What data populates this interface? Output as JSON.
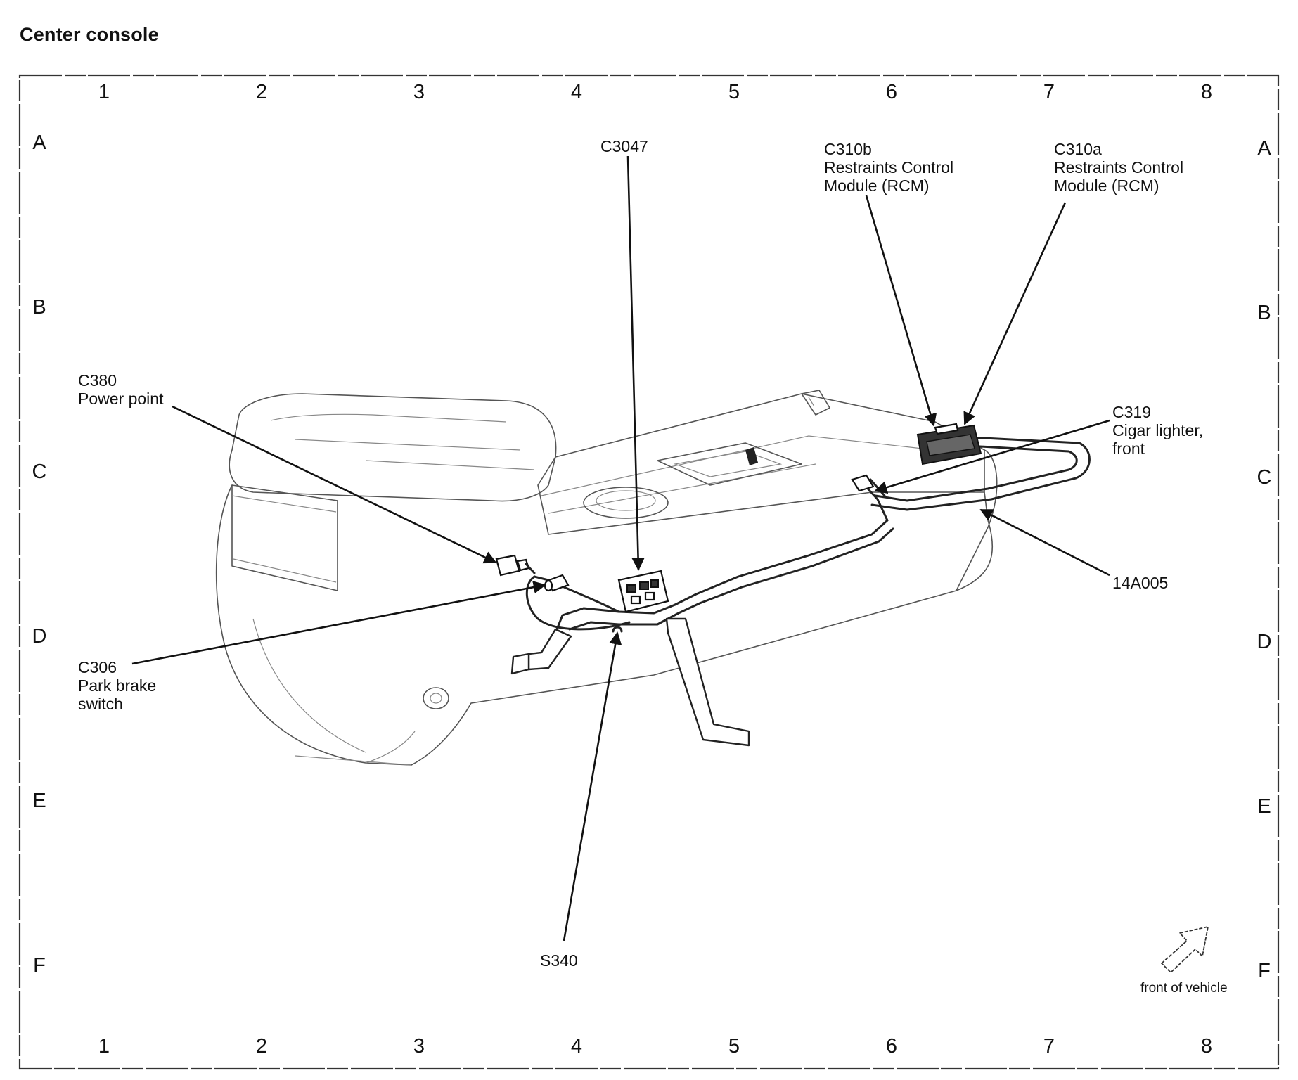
{
  "page": {
    "title": "Center console"
  },
  "grid": {
    "columns": [
      "1",
      "2",
      "3",
      "4",
      "5",
      "6",
      "7",
      "8"
    ],
    "rows": [
      "A",
      "B",
      "C",
      "D",
      "E",
      "F"
    ]
  },
  "callouts": {
    "c3047": {
      "lines": [
        "C3047"
      ]
    },
    "c310b": {
      "lines": [
        "C310b",
        "Restraints Control",
        "Module (RCM)"
      ]
    },
    "c310a": {
      "lines": [
        "C310a",
        "Restraints Control",
        "Module (RCM)"
      ]
    },
    "c380": {
      "lines": [
        "C380",
        "Power point"
      ]
    },
    "c319": {
      "lines": [
        "C319",
        "Cigar lighter,",
        "front"
      ]
    },
    "c306": {
      "lines": [
        "C306",
        "Park brake",
        "switch"
      ]
    },
    "wa14a005": {
      "lines": [
        "14A005"
      ]
    },
    "s340": {
      "lines": [
        "S340"
      ]
    }
  },
  "orientation": {
    "label": "front of vehicle",
    "icon": "arrow-up-right-outline-icon"
  },
  "colors": {
    "ink": "#111111",
    "outline": "#555555"
  }
}
